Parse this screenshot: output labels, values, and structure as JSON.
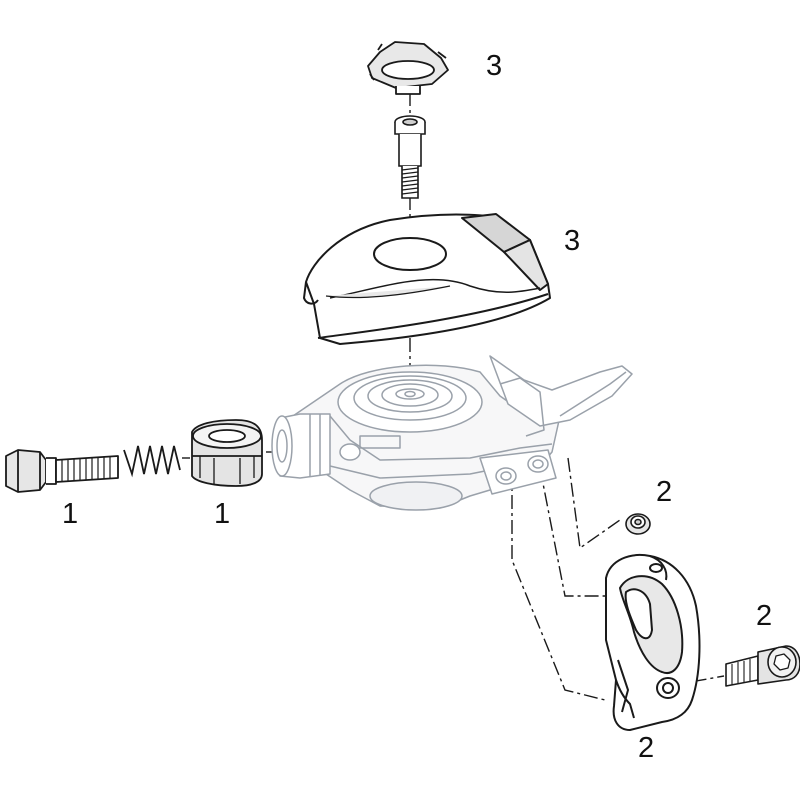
{
  "callouts": {
    "cover_cap": "3",
    "cover": "3",
    "barrel_adjuster": "1",
    "cable_barrel": "1",
    "clamp_nut": "2",
    "clamp_bolt": "2",
    "clamp": "2"
  },
  "colors": {
    "line": "#1a1a1a",
    "faded": "#aab0b8",
    "grey_fill": "#e4e4e4",
    "dark_fill": "#cfcfcf"
  }
}
